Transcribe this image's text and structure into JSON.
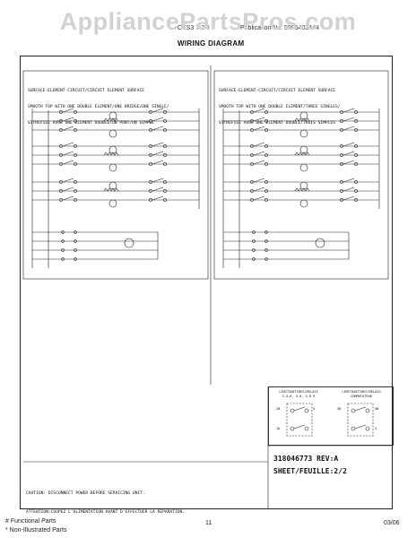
{
  "watermark": "AppliancePartsPros.com",
  "header": {
    "model_left": "CES3 7 2 5",
    "model_right": "Publication No. 5995403444",
    "title": "WIRING DIAGRAM"
  },
  "panels": [
    {
      "title_lines": [
        "SURFACE-ELEMENT-CIRCUIT/CIRCUIT ELEMENT SURFACE",
        "SMOOTH TOP WITH ONE DOUBLE ELEMENT/ONE BRIDGE/ONE SINGLE/",
        "VITREFIEE AVEC UNE ELEMENT DOUBLE/UN PONT/UN SIMPLE"
      ]
    },
    {
      "title_lines": [
        "SURFACE-ELEMENT-CIRCUIT/CIRCUIT ELEMENT SURFACE",
        "SMOOTH TOP WITH ONE DOUBLE ELEMENT/THREE SINGLES/",
        "VITREFIEE AVEC UNE ELEMENT DOUBLE/TROIS SIMPLES"
      ]
    }
  ],
  "part_number": "318046773 REV:A",
  "sheet_number": "SHEET/FEUILLE:2/2",
  "caution_lines": [
    "CAUTION: DISCONNECT POWER BEFORE SERVICING UNIT.",
    "ATTENTION:COUPEZ L'ALIMENTATION AVANT D'EFFECTUER LA REPARATION."
  ],
  "legend": {
    "left_title": [
      "LIMITSWITCHES/RELAIS",
      "2-4-8, 4-6, 4-8-9"
    ],
    "right_title": [
      "LIMITSWITCHES/RELAIS",
      "COMMUTATEUR"
    ],
    "terminals": [
      "2B",
      "4",
      "1A",
      "3B",
      "4B",
      "3"
    ]
  },
  "footer": {
    "functional": "# Functional Parts",
    "non_illustrated": "* Non-Illustrated Parts",
    "page": "11",
    "date": "03/06"
  }
}
